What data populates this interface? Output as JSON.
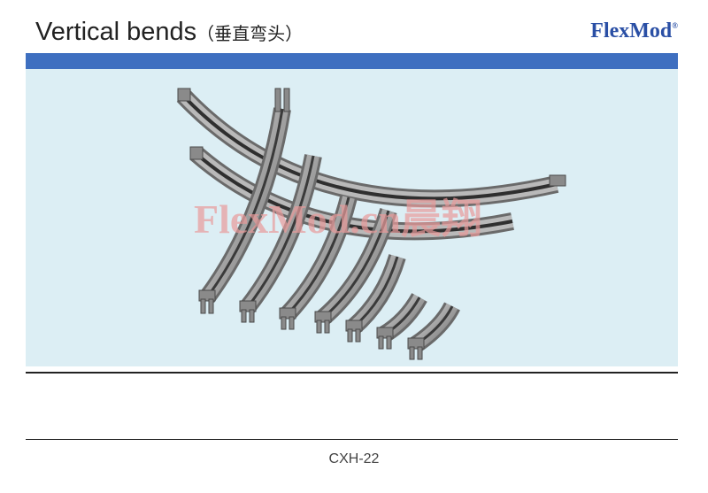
{
  "header": {
    "title": "Vertical bends",
    "subtitle": "（垂直弯头）",
    "logo_text": "FlexMod",
    "logo_mark": "®"
  },
  "watermark": "FlexMod.cn晨翔",
  "footer": {
    "page_number": "CXH-22"
  },
  "colors": {
    "accent_bar": "#3e6fc0",
    "logo": "#2a4fa5",
    "photo_bg": "#dceef4",
    "watermark": "#e89a9a"
  }
}
